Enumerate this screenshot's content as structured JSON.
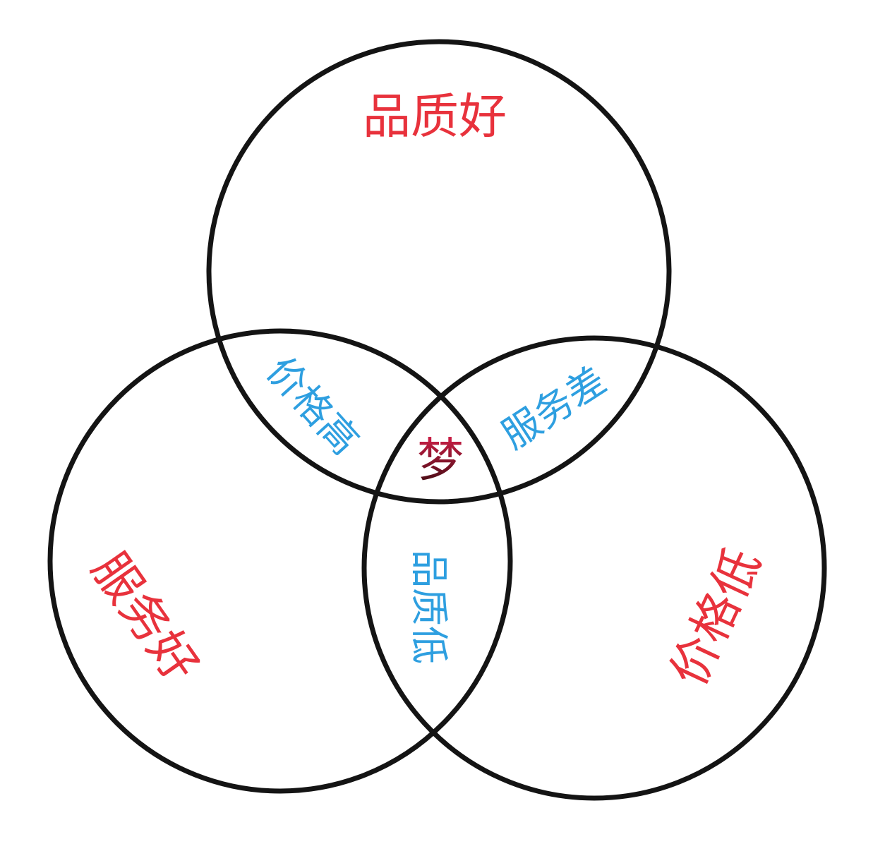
{
  "diagram": {
    "colors": {
      "outline": "#141414",
      "primary_label": "#e8323c",
      "overlap_label": "#2e9fe0",
      "center_top": "#d6204a",
      "center_bottom": "#3a0a10"
    },
    "sets": [
      {
        "id": "top",
        "label": "品质好"
      },
      {
        "id": "left",
        "label": "服务好"
      },
      {
        "id": "right",
        "label": "价格低"
      }
    ],
    "overlaps": [
      {
        "id": "top-left",
        "label": "价格高"
      },
      {
        "id": "top-right",
        "label": "服务差"
      },
      {
        "id": "left-right",
        "label": "品质低"
      }
    ],
    "center": {
      "label": "梦"
    }
  }
}
